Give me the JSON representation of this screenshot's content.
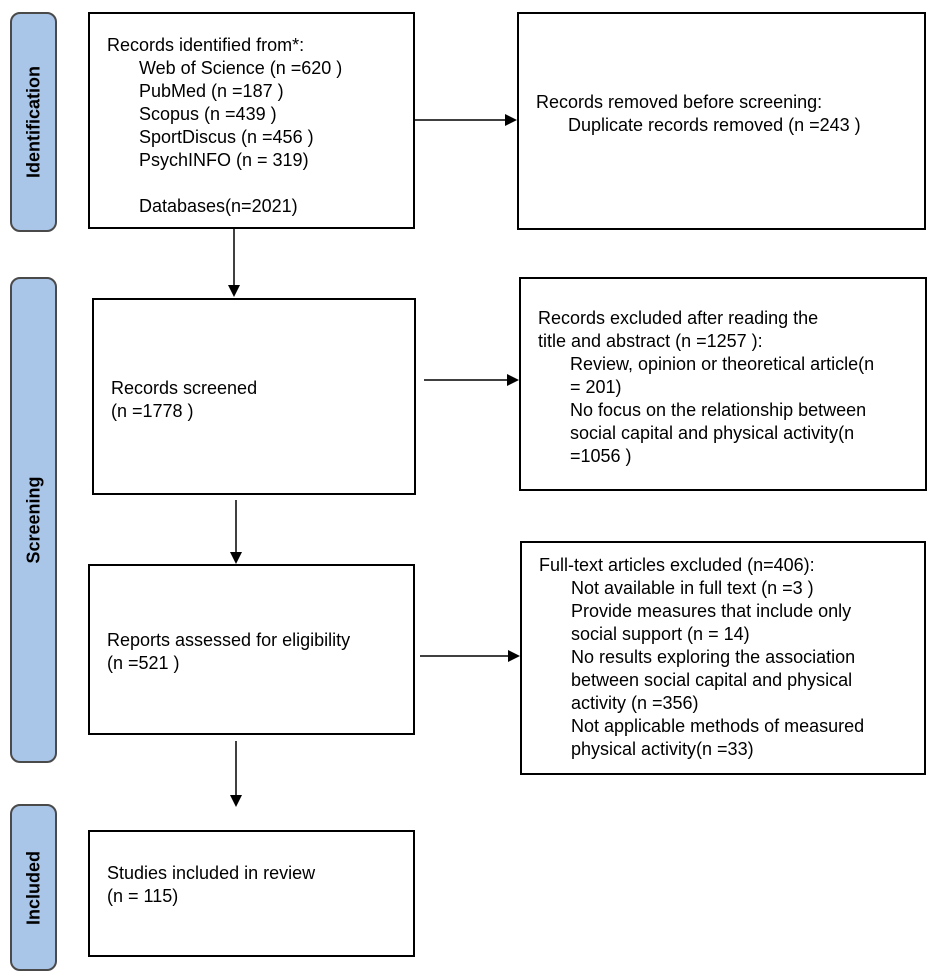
{
  "phases": {
    "identification": "Identification",
    "screening": "Screening",
    "included": "Included"
  },
  "identified": {
    "heading": "Records identified from*:",
    "sources": [
      "Web of Science (n =620 )",
      "PubMed (n =187 )",
      "Scopus (n =439 )",
      "SportDiscus (n =456 )",
      "PsychINFO (n = 319)"
    ],
    "total": "Databases(n=2021)"
  },
  "removed": {
    "heading": "Records removed before screening:",
    "duplicates": "Duplicate records removed  (n =243 )"
  },
  "screened": {
    "line1": "Records screened",
    "line2": "(n =1778 )"
  },
  "excluded_title": {
    "lines": [
      "Records excluded after reading the",
      "title and abstract (n =1257 ):"
    ],
    "reasons": [
      "Review, opinion or theoretical article(n",
      "= 201)",
      "No focus on the relationship between",
      "social capital and physical activity(n",
      "=1056 )"
    ]
  },
  "assessed": {
    "line1": "Reports assessed for eligibility",
    "line2": "(n =521 )"
  },
  "excluded_fulltext": {
    "heading": "Full-text articles excluded (n=406):",
    "reasons": [
      "Not available in full text (n =3 )",
      "Provide measures that include only",
      "social support (n = 14)",
      "No results exploring the association",
      "between social capital and physical",
      "activity (n =356)",
      "Not applicable methods of measured",
      "physical activity(n =33)"
    ]
  },
  "included": {
    "line1": "Studies included in review",
    "line2": "(n = 115)"
  },
  "colors": {
    "phase_fill": "#a9c5e8",
    "phase_border": "#4a4a4a",
    "box_border": "#000000",
    "arrow": "#000000"
  }
}
